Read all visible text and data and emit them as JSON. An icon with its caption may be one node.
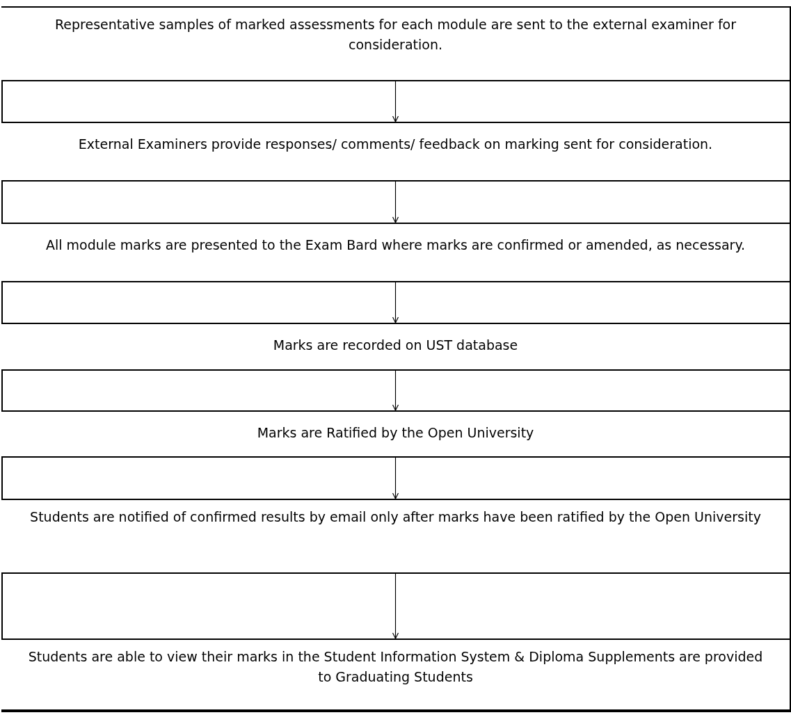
{
  "diagram": {
    "nodes": [
      {
        "text": [
          "Representative samples of marked assessments for each module are sent to the external examiner for consideration."
        ]
      },
      {
        "text": [
          "External Examiners provide responses/ comments/ feedback on marking sent for consideration."
        ]
      },
      {
        "text": [
          "All module marks are presented to the Exam Bard where marks are confirmed or amended, as necessary."
        ]
      },
      {
        "text": [
          "Marks are recorded on UST database"
        ]
      },
      {
        "text": [
          "Marks are Ratified by the Open University"
        ]
      },
      {
        "text": [
          "Students are notified of confirmed results by email only after marks have been ratified by the Open University"
        ]
      },
      {
        "text": [
          "Students are able to view their marks in the Student Information System & Diploma Supplements are provided to Graduating Students"
        ]
      }
    ],
    "edges": [
      {
        "from": 0,
        "to": 1,
        "arrow": "to"
      },
      {
        "from": 1,
        "to": 2,
        "arrow": "to"
      },
      {
        "from": 2,
        "to": 3,
        "arrow": "to"
      },
      {
        "from": 3,
        "to": 4,
        "arrow": "to"
      },
      {
        "from": 4,
        "to": 5,
        "arrow": "to"
      },
      {
        "from": 5,
        "to": 6,
        "arrow": "to"
      }
    ]
  }
}
